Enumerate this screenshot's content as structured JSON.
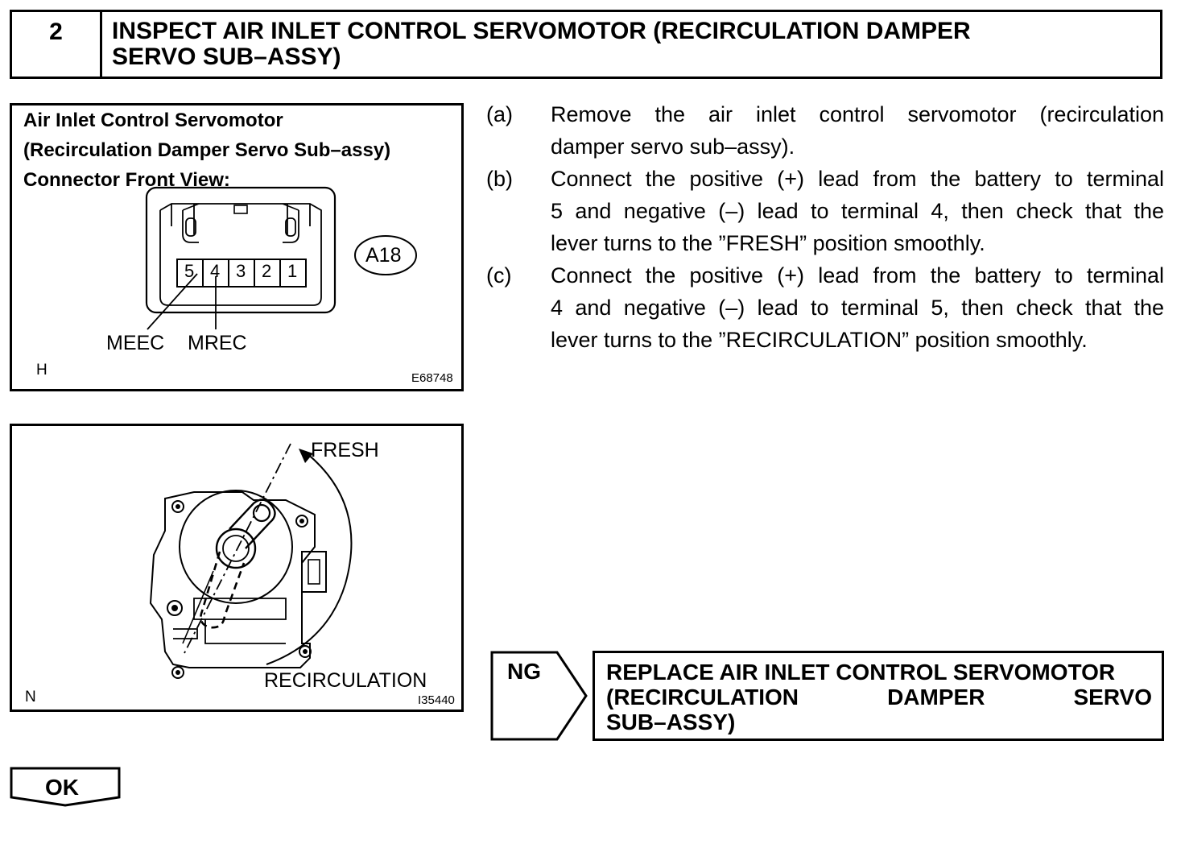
{
  "step": {
    "number": "2",
    "title_line1": "INSPECT AIR INLET CONTROL SERVOMOTOR (RECIRCULATION DAMPER",
    "title_line2": "SERVO SUB–ASSY)"
  },
  "figure1": {
    "caption_line1": "Air Inlet Control Servomotor",
    "caption_line2": "(Recirculation Damper Servo Sub–assy)",
    "caption_line3": "Connector Front View:",
    "terminals": [
      "5",
      "4",
      "3",
      "2",
      "1"
    ],
    "connector_code": "A18",
    "terminal_labels": {
      "meec": "MEEC",
      "mrec": "MREC"
    },
    "corner_letter": "H",
    "figure_code": "E68748"
  },
  "figure2": {
    "label_fresh": "FRESH",
    "label_recirculation": "RECIRCULATION",
    "corner_letter": "N",
    "figure_code": "I35440"
  },
  "procedure": [
    {
      "letter": "(a)",
      "lines": [
        "Remove the air inlet control servomotor (recirculation",
        "damper servo sub–assy)."
      ]
    },
    {
      "letter": "(b)",
      "lines": [
        "Connect the positive (+) lead from the battery to terminal",
        "5 and negative (–) lead to terminal 4, then check that the",
        "lever turns to the ”FRESH” position smoothly."
      ]
    },
    {
      "letter": "(c)",
      "lines": [
        "Connect the positive (+) lead from the battery to terminal",
        "4 and negative (–) lead to terminal 5, then check that the",
        "lever turns to the ”RECIRCULATION” position smoothly."
      ]
    }
  ],
  "ng": {
    "label": "NG",
    "action_line1": "REPLACE AIR INLET CONTROL SERVOMOTOR",
    "action_line2": "(RECIRCULATION DAMPER SERVO",
    "action_line3": "SUB–ASSY)"
  },
  "ok": {
    "label": "OK"
  }
}
